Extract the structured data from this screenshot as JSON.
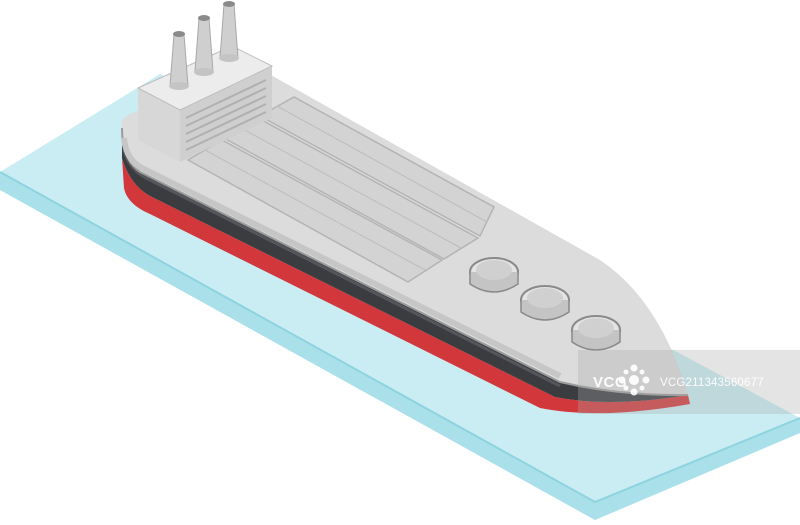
{
  "image": {
    "subject": "isometric-cargo-tanker-ship",
    "colors": {
      "water_top": "#c9edf3",
      "water_edge": "#8fd3e0",
      "water_side": "#a9e0ea",
      "deck": "#dcdcdc",
      "deck_line": "#b9b9b9",
      "hull_dark": "#3b3c40",
      "hull_red": "#d2373b",
      "superstructure": "#e6e6e6"
    }
  },
  "watermark": {
    "logo": "VCG",
    "id": "VCG211343560677"
  }
}
